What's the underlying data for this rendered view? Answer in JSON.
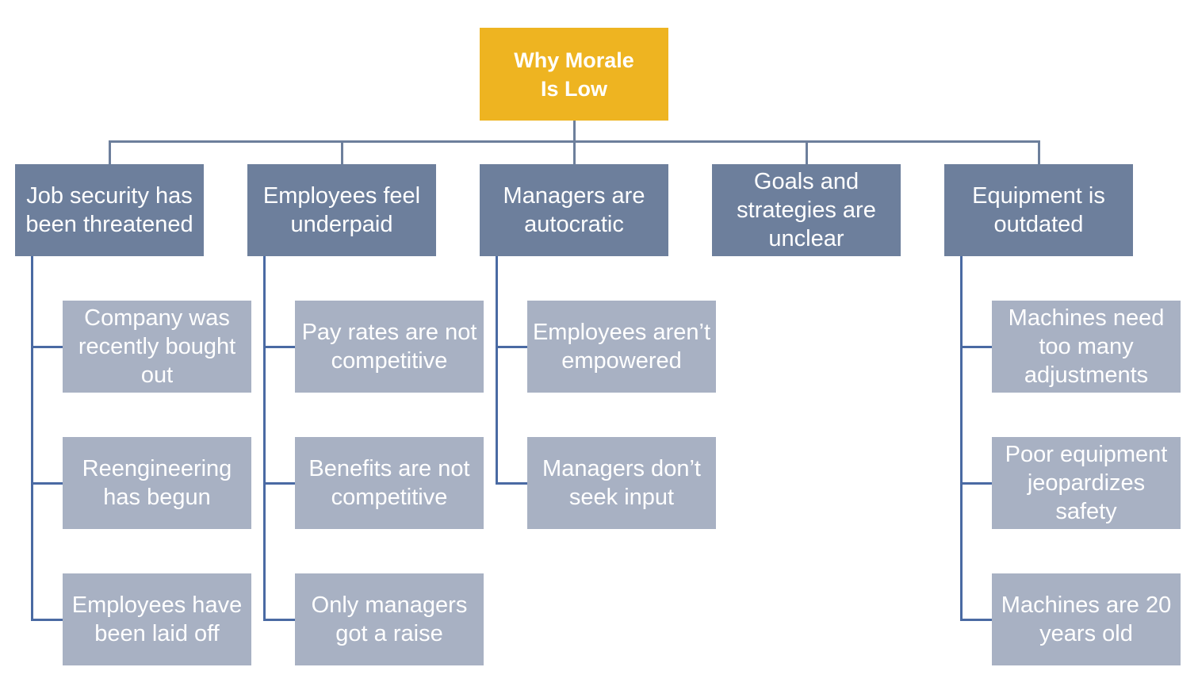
{
  "root": {
    "label": "Why Morale\nIs Low"
  },
  "colors": {
    "root": "#EEB421",
    "category": "#6D7F9C",
    "leaf": "#A8B1C3",
    "connector": "#6D7F9C",
    "text": "#FFFFFF"
  },
  "categories": [
    {
      "label": "Job security has\nbeen threatened",
      "children": [
        "Company was\nrecently bought\nout",
        "Reengineering\nhas begun",
        "Employees have\nbeen laid off"
      ]
    },
    {
      "label": "Employees feel\nunderpaid",
      "children": [
        "Pay rates are not\ncompetitive",
        "Benefits are not\ncompetitive",
        "Only managers\ngot a raise"
      ]
    },
    {
      "label": "Managers are\nautocratic",
      "children": [
        "Employees aren’t\nempowered",
        "Managers don’t\nseek input"
      ]
    },
    {
      "label": "Goals and\nstrategies are\nunclear",
      "children": []
    },
    {
      "label": "Equipment is\noutdated",
      "children": [
        "Machines need\ntoo many\nadjustments",
        "Poor equipment\njeopardizes\nsafety",
        "Machines are 20\nyears old"
      ]
    }
  ]
}
